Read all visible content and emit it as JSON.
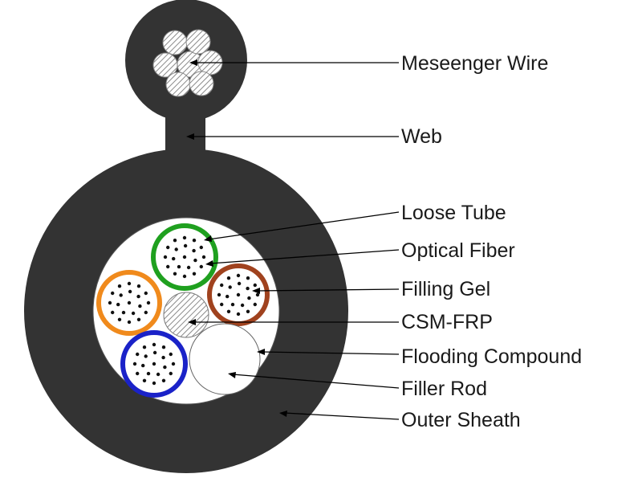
{
  "labels": {
    "messenger_wire": "Meseenger Wire",
    "web": "Web",
    "loose_tube": "Loose Tube",
    "optical_fiber": "Optical Fiber",
    "filling_gel": "Filling Gel",
    "csm_frp": "CSM-FRP",
    "flooding_compound": "Flooding Compound",
    "filler_rod": "Filler Rod",
    "outer_sheath": "Outer Sheath"
  },
  "colors": {
    "sheath": "#333333",
    "tube_green": "#1fa01f",
    "tube_brown": "#a0421e",
    "tube_orange": "#f08a1c",
    "tube_blue": "#1a22c8",
    "strand_hatch": "#7a7a7a",
    "background": "#ffffff"
  }
}
